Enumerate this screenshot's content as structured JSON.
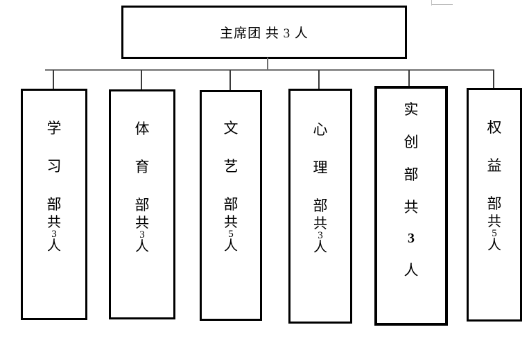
{
  "diagram": {
    "title_text": "主席团 共 3 人",
    "type": "organization-chart",
    "root": {
      "label": "主席团 共 3 人",
      "name": "主席团",
      "count_prefix": "共",
      "count": "3",
      "count_suffix": "人"
    },
    "departments": [
      {
        "id": "xuexi",
        "name_chars": [
          "学",
          "习",
          "部"
        ],
        "count_prefix": "共",
        "count": "3",
        "count_suffix": "人",
        "full_label": "学习部 共3人",
        "emphasized": false
      },
      {
        "id": "tiyu",
        "name_chars": [
          "体",
          "育",
          "部"
        ],
        "count_prefix": "共",
        "count": "3",
        "count_suffix": "人",
        "full_label": "体育部 共3人",
        "emphasized": false
      },
      {
        "id": "wenyi",
        "name_chars": [
          "文",
          "艺",
          "部"
        ],
        "count_prefix": "共",
        "count": "5",
        "count_suffix": "人",
        "full_label": "文艺部 共5人",
        "emphasized": false
      },
      {
        "id": "xinli",
        "name_chars": [
          "心",
          "理",
          "部"
        ],
        "count_prefix": "共",
        "count": "3",
        "count_suffix": "人",
        "full_label": "心理部 共3人",
        "emphasized": false
      },
      {
        "id": "shichuang",
        "name_chars": [
          "实",
          "创",
          "部"
        ],
        "count_prefix": "共",
        "count": "3",
        "count_suffix": "人",
        "full_label": "实创部 共3人",
        "emphasized": true
      },
      {
        "id": "quanyi",
        "name_chars": [
          "权",
          "益",
          "部"
        ],
        "count_prefix": "共",
        "count": "5",
        "count_suffix": "人",
        "full_label": "权益部 共5人",
        "emphasized": false
      }
    ],
    "colors": {
      "border": "#000000",
      "connector": "#6e6e6e",
      "drop": "#3a3a3a",
      "background": "#ffffff",
      "artifact": "#bfbfbf"
    }
  }
}
